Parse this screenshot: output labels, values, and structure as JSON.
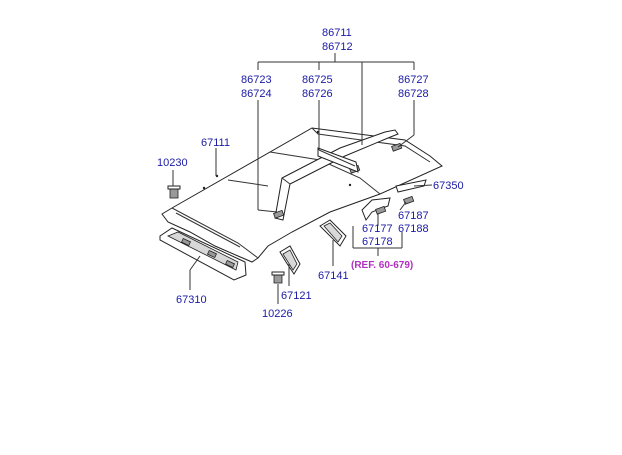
{
  "part_numbers": {
    "p86711": "86711",
    "p86712": "86712",
    "p86723": "86723",
    "p86724": "86724",
    "p86725": "86725",
    "p86726": "86726",
    "p86727": "86727",
    "p86728": "86728",
    "p67111": "67111",
    "p10230": "10230",
    "p67350": "67350",
    "p67187": "67187",
    "p67188": "67188",
    "p67177": "67177",
    "p67178": "67178",
    "p67141": "67141",
    "p67310": "67310",
    "p67121": "67121",
    "p10226": "10226"
  },
  "reference": "(REF. 60-679)",
  "colors": {
    "label": "#1a1aa6",
    "reference": "#b030c0",
    "line": "#333333"
  }
}
